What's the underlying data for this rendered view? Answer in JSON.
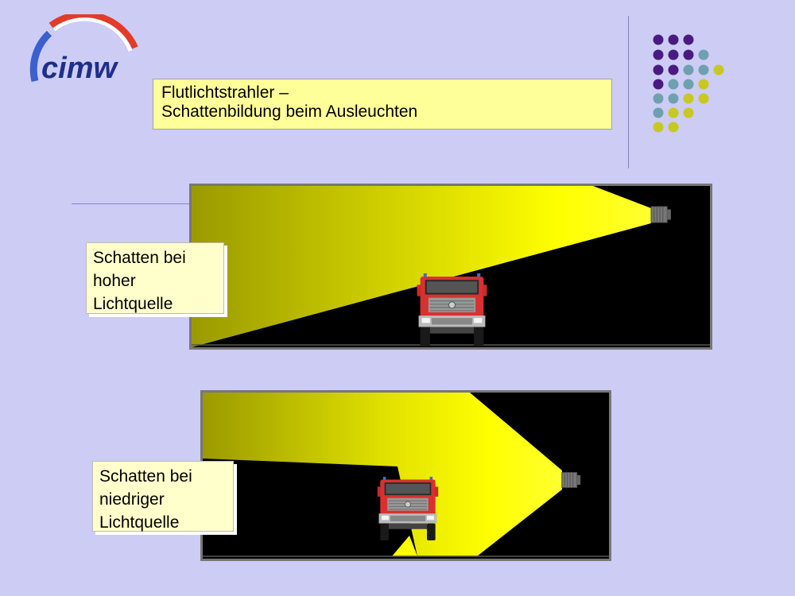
{
  "logo": {
    "text": "cimw"
  },
  "title": {
    "line1": "Flutlichtstrahler –",
    "line2": "Schattenbildung beim Ausleuchten"
  },
  "captions": {
    "high": {
      "line1": "Schatten bei",
      "line2": "hoher",
      "line3": "Lichtquelle"
    },
    "low": {
      "line1": "Schatten bei",
      "line2": "niedriger",
      "line3": "Lichtquelle"
    }
  },
  "colors": {
    "background": "#ccccf5",
    "title_fill": "#ffff99",
    "caption_fill": "#ffffcc",
    "beam_light": "#ffff00",
    "beam_dark": "#9a9a00",
    "truck_red": "#d93030",
    "dot_purple": "#4b1a80",
    "dot_teal": "#6fa0b0",
    "dot_olive": "#c8c820"
  },
  "icons": [
    "fire-truck-icon",
    "floodlight-icon",
    "decorative-dot-grid"
  ]
}
